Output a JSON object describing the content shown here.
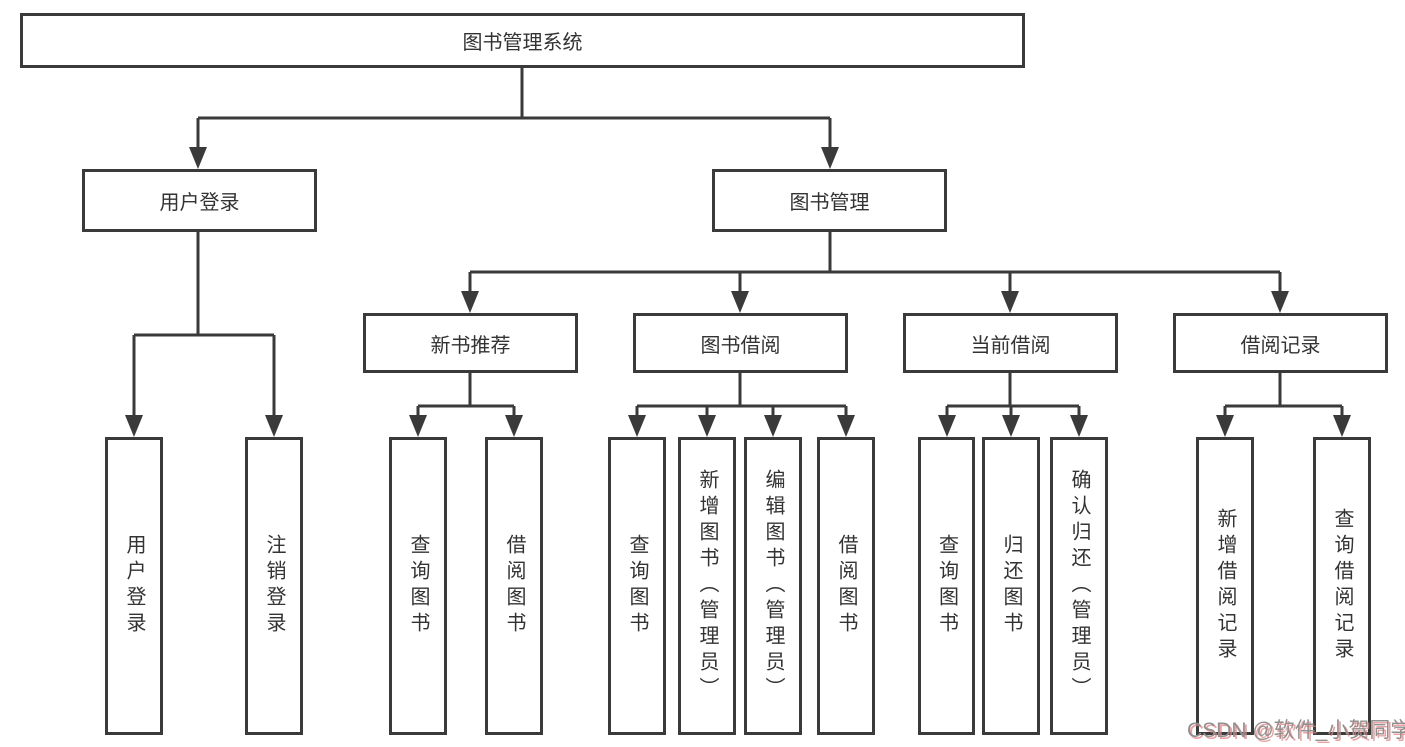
{
  "diagram": {
    "title": "图书管理系统",
    "level2": {
      "user_login": "用户登录",
      "book_mgmt": "图书管理"
    },
    "level3": {
      "new_rec": "新书推荐",
      "borrow": "图书借阅",
      "current": "当前借阅",
      "records": "借阅记录"
    },
    "leaves": {
      "user_login_1": "用户登录",
      "user_login_2": "注销登录",
      "new_rec_1": "查询图书",
      "new_rec_2": "借阅图书",
      "borrow_1": "查询图书",
      "borrow_2": "新增图书（管理员）",
      "borrow_3": "编辑图书（管理员）",
      "borrow_4": "借阅图书",
      "current_1": "查询图书",
      "current_2": "归还图书",
      "current_3": "确认归还（管理员）",
      "records_1": "新增借阅记录",
      "records_2": "查询借阅记录"
    },
    "colors": {
      "line": "#3a3a3a",
      "box_border": "#3a3a3a",
      "box_background": "#ffffff",
      "text": "#333333",
      "watermark_gray": "#909090",
      "watermark_red": "#e38282"
    }
  },
  "watermark": {
    "text": "CSDN @软件_小贺同学"
  }
}
